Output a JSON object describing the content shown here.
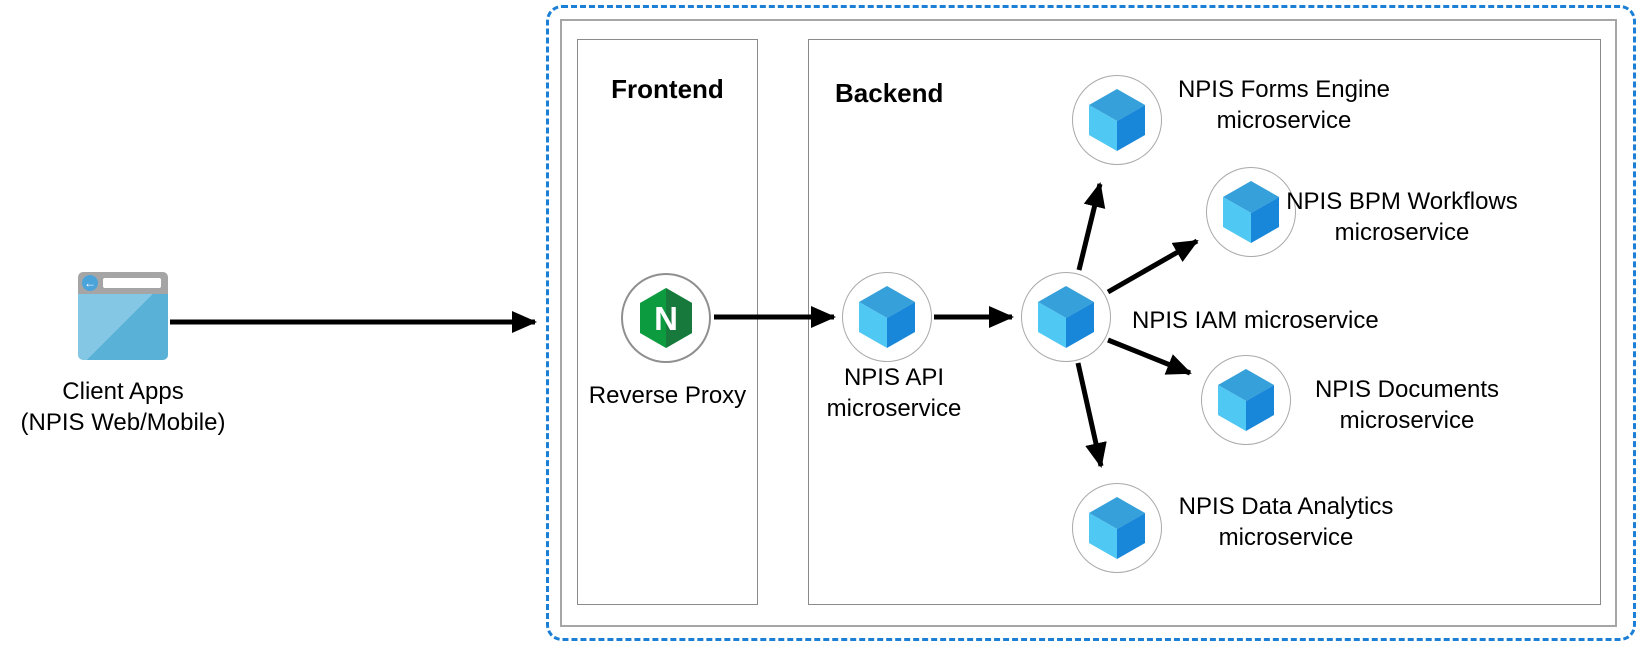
{
  "client": {
    "icon": "browser-icon",
    "line1": "Client Apps",
    "line2": "(NPIS Web/Mobile)"
  },
  "frontend": {
    "title": "Frontend",
    "reverse_proxy": {
      "label": "Reverse Proxy",
      "icon": "nginx-icon",
      "icon_letter": "N"
    }
  },
  "backend": {
    "title": "Backend",
    "services": {
      "api": {
        "icon": "cube-icon",
        "line1": "NPIS API",
        "line2": "microservice"
      },
      "iam": {
        "icon": "cube-icon",
        "label": "NPIS IAM microservice"
      },
      "forms": {
        "icon": "cube-icon",
        "line1": "NPIS Forms Engine",
        "line2": "microservice"
      },
      "bpm": {
        "icon": "cube-icon",
        "line1": "NPIS BPM Workflows",
        "line2": "microservice"
      },
      "documents": {
        "icon": "cube-icon",
        "line1": "NPIS Documents",
        "line2": "microservice"
      },
      "analytics": {
        "icon": "cube-icon",
        "line1": "NPIS Data Analytics",
        "line2": "microservice"
      }
    }
  },
  "edges": [
    {
      "from": "client-apps",
      "to": "reverse-proxy"
    },
    {
      "from": "reverse-proxy",
      "to": "npis-api"
    },
    {
      "from": "npis-api",
      "to": "npis-iam"
    },
    {
      "from": "npis-iam",
      "to": "npis-forms-engine"
    },
    {
      "from": "npis-iam",
      "to": "npis-bpm-workflows"
    },
    {
      "from": "npis-iam",
      "to": "npis-documents"
    },
    {
      "from": "npis-iam",
      "to": "npis-data-analytics"
    }
  ],
  "colors": {
    "boundary_dashed": "#1b7fd6",
    "outer_box_border": "#a6a6a6",
    "section_border": "#8a8a8a",
    "circle_border": "#a9a9a9",
    "cube_top": "#36a0da",
    "cube_left": "#4fc8f3",
    "cube_right": "#1887d9",
    "nginx_green": "#0c9c3f",
    "nginx_green_dark": "#17793c",
    "browser_bar": "#a5a5a5",
    "browser_body": "#5ab1d8",
    "browser_body_light": "#84c7e4",
    "browser_back_btn": "#4aa4da",
    "arrow": "#000000"
  }
}
